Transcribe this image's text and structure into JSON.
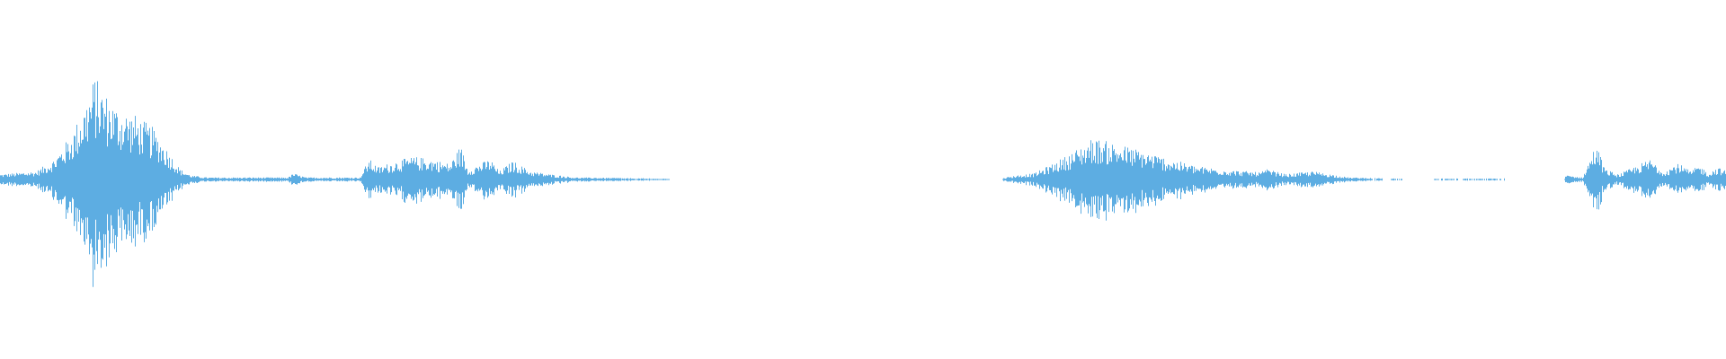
{
  "waveform": {
    "color": "#5dade2",
    "background": "#ffffff",
    "amplitude_profile": [
      [
        0,
        0.05
      ],
      [
        40,
        0.08
      ],
      [
        60,
        0.2
      ],
      [
        80,
        0.45
      ],
      [
        95,
        0.75
      ],
      [
        105,
        1.0
      ],
      [
        115,
        0.85
      ],
      [
        130,
        0.7
      ],
      [
        150,
        0.62
      ],
      [
        170,
        0.5
      ],
      [
        185,
        0.3
      ],
      [
        200,
        0.1
      ],
      [
        212,
        0.04
      ],
      [
        230,
        0.02
      ],
      [
        320,
        0.02
      ],
      [
        326,
        0.06
      ],
      [
        340,
        0.02
      ],
      [
        400,
        0.02
      ],
      [
        410,
        0.2
      ],
      [
        420,
        0.12
      ],
      [
        440,
        0.18
      ],
      [
        460,
        0.22
      ],
      [
        480,
        0.2
      ],
      [
        500,
        0.15
      ],
      [
        512,
        0.33
      ],
      [
        520,
        0.1
      ],
      [
        545,
        0.2
      ],
      [
        555,
        0.08
      ],
      [
        570,
        0.18
      ],
      [
        590,
        0.08
      ],
      [
        612,
        0.05
      ],
      [
        640,
        0.02
      ],
      [
        740,
        0.01
      ],
      [
        1118,
        0.02
      ],
      [
        1130,
        0.04
      ],
      [
        1150,
        0.06
      ],
      [
        1170,
        0.15
      ],
      [
        1190,
        0.25
      ],
      [
        1215,
        0.4
      ],
      [
        1240,
        0.35
      ],
      [
        1270,
        0.28
      ],
      [
        1300,
        0.2
      ],
      [
        1330,
        0.13
      ],
      [
        1370,
        0.09
      ],
      [
        1400,
        0.07
      ],
      [
        1410,
        0.1
      ],
      [
        1430,
        0.05
      ],
      [
        1460,
        0.08
      ],
      [
        1480,
        0.05
      ],
      [
        1500,
        0.02
      ],
      [
        1550,
        0.01
      ],
      [
        1600,
        0.01
      ],
      [
        1670,
        0.01
      ],
      [
        1745,
        0.04
      ],
      [
        1760,
        0.02
      ],
      [
        1775,
        0.35
      ],
      [
        1785,
        0.1
      ],
      [
        1800,
        0.05
      ],
      [
        1836,
        0.2
      ],
      [
        1850,
        0.08
      ],
      [
        1866,
        0.16
      ],
      [
        1880,
        0.08
      ],
      [
        1890,
        0.14
      ],
      [
        1900,
        0.06
      ],
      [
        1910,
        0.12
      ],
      [
        1920,
        0.08
      ]
    ]
  }
}
